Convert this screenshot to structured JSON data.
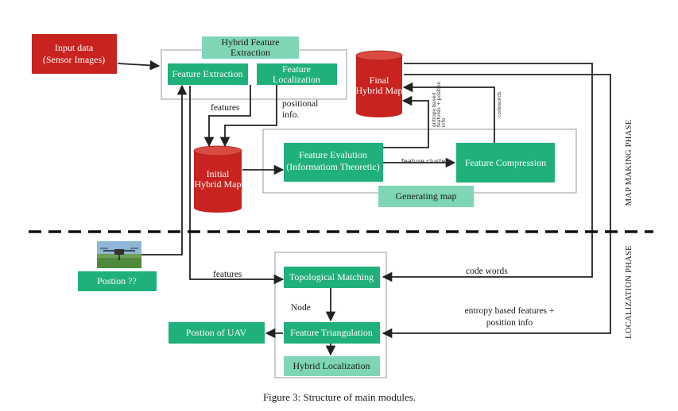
{
  "nodes": {
    "input_data": {
      "line1": "Input data",
      "line2": "(Sensor Images)"
    },
    "hybrid_feature_extraction": {
      "line1": "Hybrid Feature",
      "line2": "Extraction"
    },
    "feature_extraction": "Feature Extraction",
    "feature_localization": {
      "line1": "Feature",
      "line2": "Localization"
    },
    "initial_hybrid_map": {
      "line1": "Initial",
      "line2": "Hybrid Map"
    },
    "final_hybrid_map": {
      "line1": "Final",
      "line2": "Hybrid Map"
    },
    "feature_evaluation": {
      "line1": "Feature Evalution",
      "line2": "(Informatiom Theoretic)"
    },
    "feature_compression": "Feature Compression",
    "generating_map": "Generating map",
    "position_query": "Postion ??",
    "topological_matching": "Topological Matching",
    "feature_triangulation": "Feature Triangulation",
    "hybrid_localization": "Hybrid Localization",
    "position_of_uav": "Postion of UAV"
  },
  "edge_labels": {
    "features_top": "features",
    "positional_info": {
      "line1": "positional",
      "line2": "info."
    },
    "feature_clusters": "feature clusters",
    "final_map_in_1": "entropy based",
    "final_map_in_2": "features + position",
    "final_map_in_3": "info",
    "codewords_small": "codewords",
    "features_bottom": "features",
    "node": "Node",
    "code_words": "code words",
    "entropy_features": {
      "line1": "entropy based features +",
      "line2": "position info"
    }
  },
  "phases": {
    "map_making": "MAP MAKING PHASE",
    "localization": "LOCALIZATION PHASE"
  },
  "caption": "Figure 3: Structure of main modules.",
  "colors": {
    "red": "#c8231f",
    "green": "#20b07a",
    "light_green": "#7fd6b4"
  }
}
